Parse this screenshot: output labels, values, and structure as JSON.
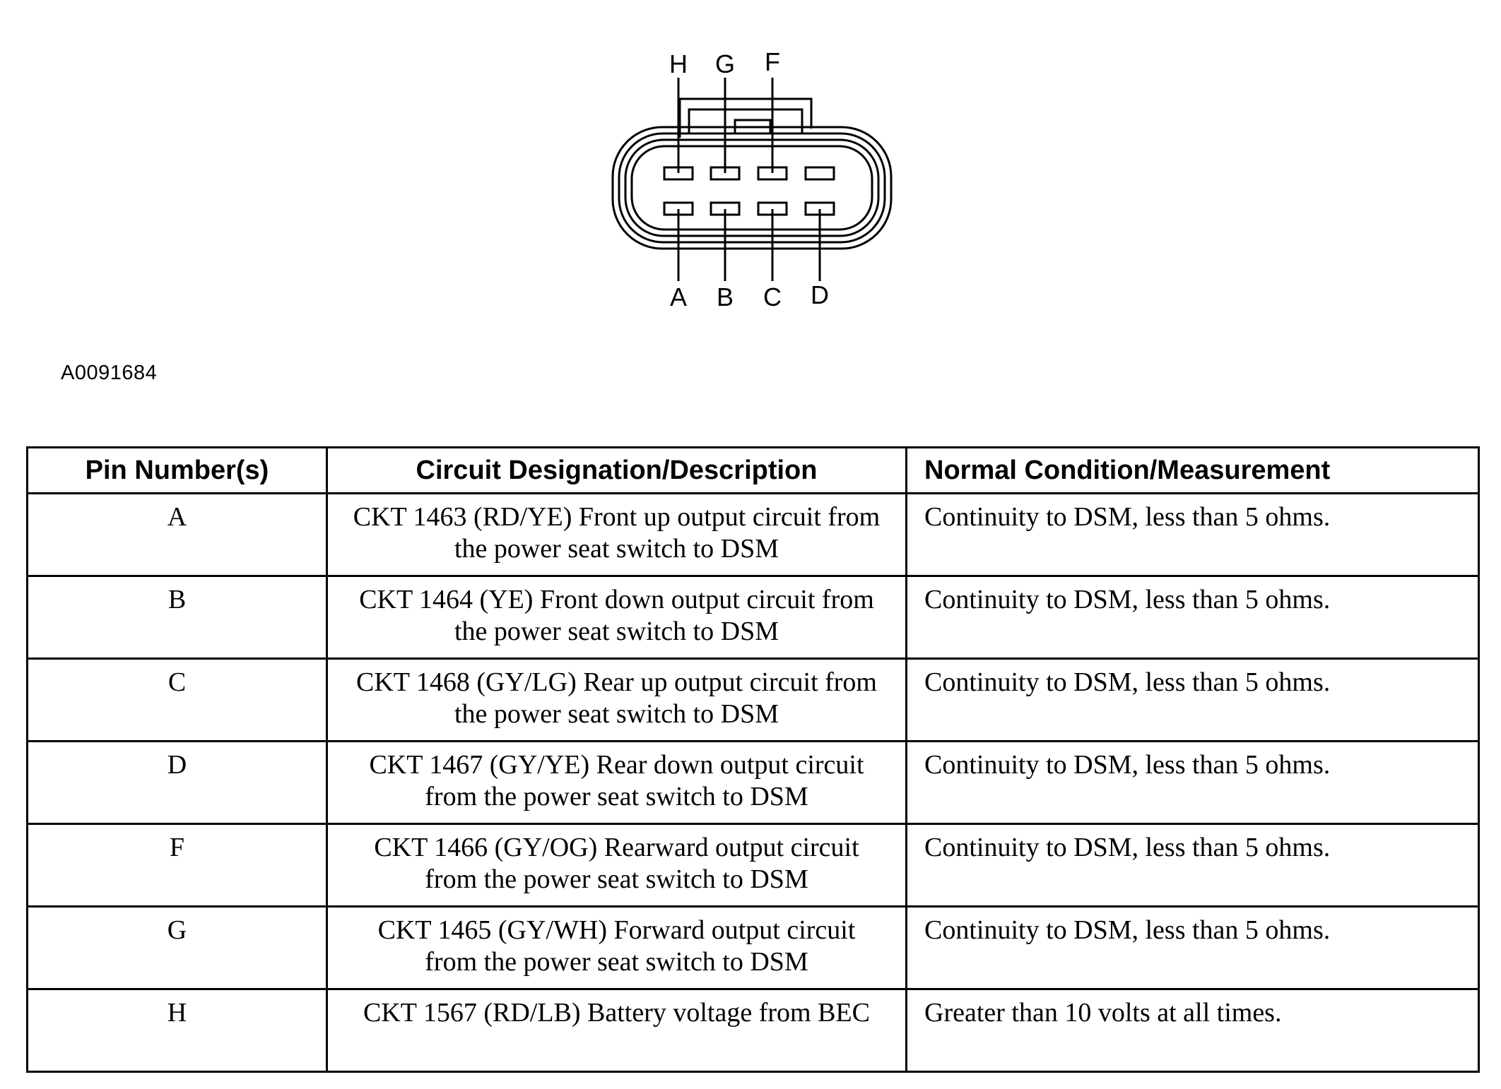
{
  "diagram": {
    "top_labels": [
      "H",
      "G",
      "F"
    ],
    "bottom_labels": [
      "A",
      "B",
      "C",
      "D"
    ]
  },
  "figure_id": "A0091684",
  "table": {
    "headers": [
      "Pin Number(s)",
      "Circuit Designation/Description",
      "Normal Condition/Measurement"
    ],
    "rows": [
      {
        "pin": "A",
        "description": "CKT 1463 (RD/YE) Front up output circuit from the power seat switch to DSM",
        "condition": "Continuity to DSM, less than 5 ohms."
      },
      {
        "pin": "B",
        "description": "CKT 1464 (YE) Front down output circuit from the power seat switch to DSM",
        "condition": "Continuity to DSM, less than 5 ohms."
      },
      {
        "pin": "C",
        "description": "CKT 1468 (GY/LG) Rear up output circuit from the power seat switch to DSM",
        "condition": "Continuity to DSM, less than 5 ohms."
      },
      {
        "pin": "D",
        "description": "CKT 1467 (GY/YE) Rear down output circuit from the power seat switch to DSM",
        "condition": "Continuity to DSM, less than 5 ohms."
      },
      {
        "pin": "F",
        "description": "CKT 1466 (GY/OG) Rearward output circuit from the power seat switch to DSM",
        "condition": "Continuity to DSM, less than 5 ohms."
      },
      {
        "pin": "G",
        "description": "CKT 1465 (GY/WH) Forward output circuit from the power seat switch to DSM",
        "condition": "Continuity to DSM, less than 5 ohms."
      },
      {
        "pin": "H",
        "description": "CKT 1567 (RD/LB) Battery voltage from BEC",
        "condition": "Greater than 10 volts at all times."
      }
    ]
  }
}
